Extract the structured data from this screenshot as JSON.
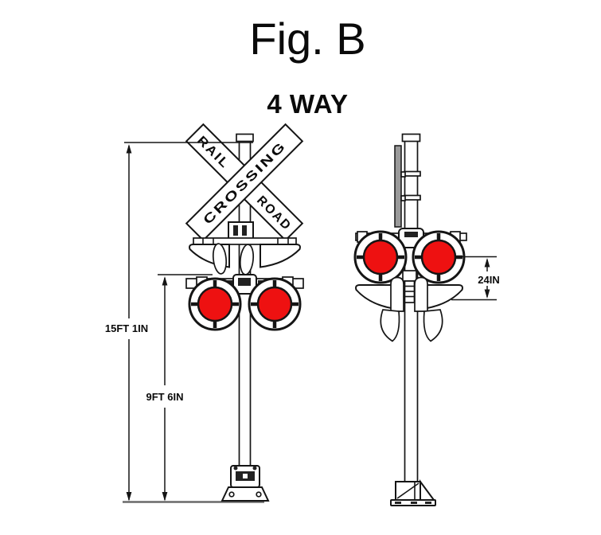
{
  "figure": {
    "title": "Fig. B",
    "subtitle": "4 WAY"
  },
  "crossbuck": {
    "rail": "RAIL",
    "road": "ROAD",
    "crossing": "CROSSING"
  },
  "dimensions": {
    "overall_height": "15FT 1IN",
    "lamp_center_height": "9FT 6IN",
    "lamp_spacing": "24IN"
  },
  "colors": {
    "lens_red": "#ee1111"
  }
}
